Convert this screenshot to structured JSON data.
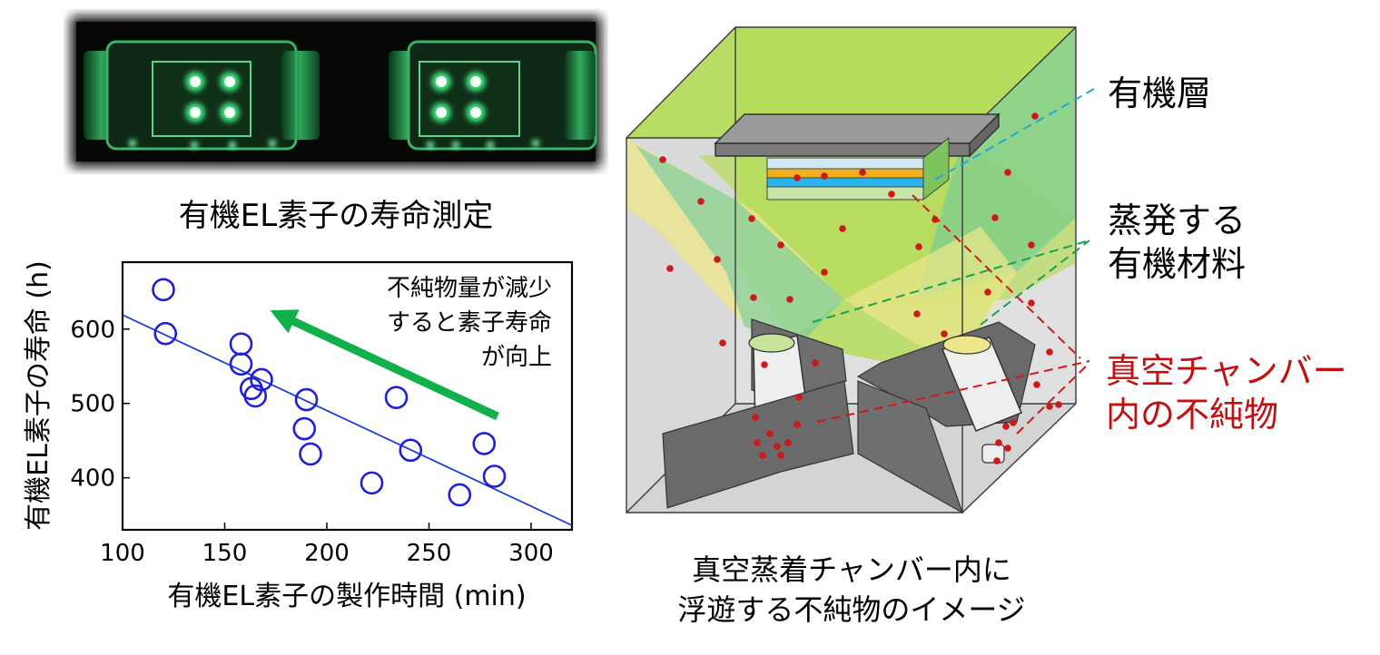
{
  "photo": {
    "caption": "有機EL素子の寿命測定",
    "glow_color": "#3ee07a"
  },
  "chart_data": {
    "type": "scatter",
    "xlabel": "有機EL素子の製作時間 (min)",
    "ylabel": "有機EL素子の寿命 (h)",
    "xlim": [
      100,
      320
    ],
    "ylim": [
      330,
      690
    ],
    "xticks": [
      100,
      150,
      200,
      250,
      300
    ],
    "yticks": [
      400,
      500,
      600
    ],
    "points": [
      {
        "x": 120,
        "y": 653
      },
      {
        "x": 121,
        "y": 594
      },
      {
        "x": 158,
        "y": 580
      },
      {
        "x": 158,
        "y": 553
      },
      {
        "x": 163,
        "y": 520
      },
      {
        "x": 165,
        "y": 510
      },
      {
        "x": 168,
        "y": 532
      },
      {
        "x": 190,
        "y": 505
      },
      {
        "x": 189,
        "y": 466
      },
      {
        "x": 192,
        "y": 432
      },
      {
        "x": 222,
        "y": 393
      },
      {
        "x": 234,
        "y": 508
      },
      {
        "x": 241,
        "y": 437
      },
      {
        "x": 265,
        "y": 377
      },
      {
        "x": 277,
        "y": 446
      },
      {
        "x": 282,
        "y": 402
      }
    ],
    "fit_line": {
      "x": [
        100,
        320
      ],
      "y": [
        619,
        336
      ]
    },
    "annotation": {
      "lines": [
        "不純物量が減少",
        "すると素子寿命",
        "が向上"
      ]
    },
    "arrow_color": "#12b04a",
    "marker_color": "#1f1fd6",
    "fit_color": "#1f3fd0"
  },
  "diagram": {
    "labels": {
      "organic_layer": "有機層",
      "evaporating_line1": "蒸発する",
      "evaporating_line2": "有機材料",
      "impurity_line1": "真空チャンバー",
      "impurity_line2": "内の不純物"
    },
    "caption_line1": "真空蒸着チャンバー内に",
    "caption_line2": "浮遊する不純物のイメージ",
    "colors": {
      "impurity": "#cc1a1a",
      "impurity_text": "#c01010",
      "organic_leader": "#1aa6e0",
      "material_leader": "#1aa050",
      "plume_lime": "#b5dc5a",
      "plume_teal": "#6ccaa2",
      "plume_yellow": "#ece78a"
    }
  }
}
